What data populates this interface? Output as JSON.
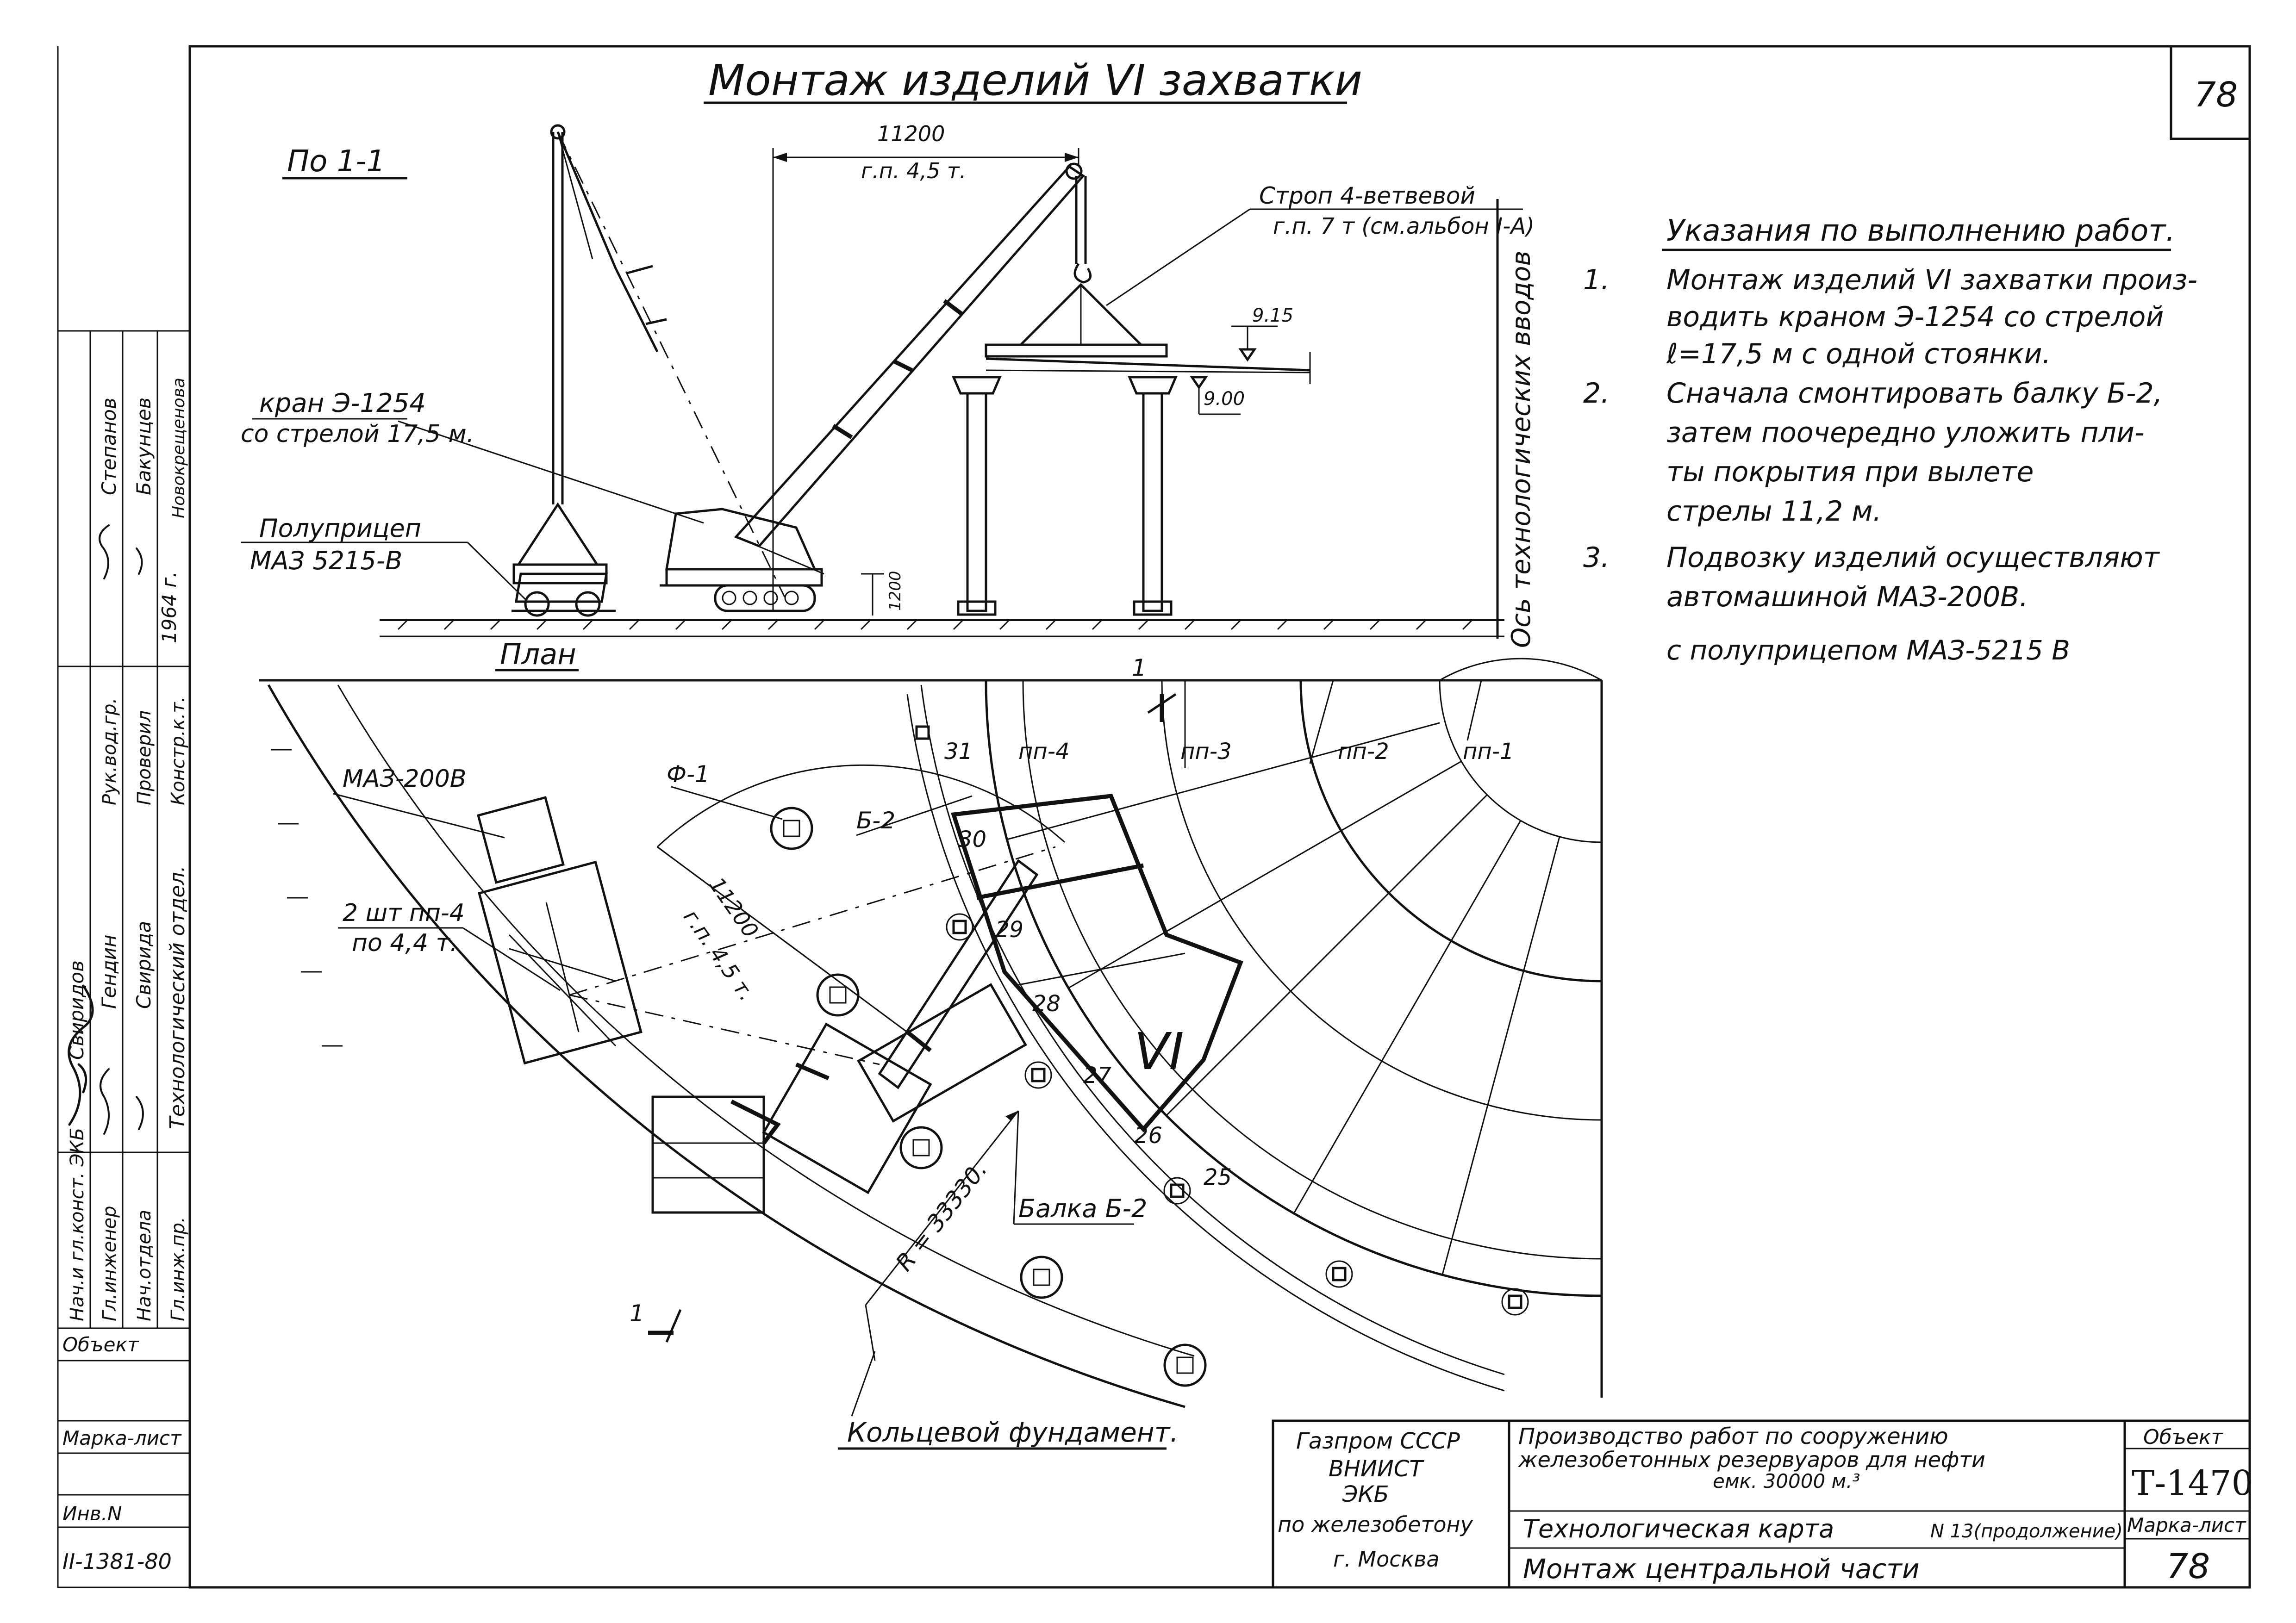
{
  "title": "Монтаж изделий VI захватки",
  "sheet_number_top": "78",
  "section_label": "По 1-1",
  "plan_label": "План",
  "section_drawing": {
    "crane_label": "кран Э-1254",
    "crane_boom": "со стрелой 17,5 м.",
    "semitrailer_label": "Полуприцеп",
    "semitrailer_model": "МАЗ 5215-В",
    "reach": "11200",
    "reach_capacity": "г.п. 4,5 т.",
    "sling_label": "Строп 4-ветвевой",
    "sling_capacity": "г.п. 7 т (см.альбон I-А)",
    "elev_upper": "9.15",
    "elev_lower": "9.00",
    "height_dim": "1200",
    "axis_label": "Ось технологических вводов"
  },
  "plan_drawing": {
    "truck_label": "МАЗ-200В",
    "cargo_label": "2 шт пп-4",
    "cargo_weight": "по 4,4 т.",
    "reach": "11200",
    "reach_capacity": "г.п. 4,5 т.",
    "foundation_label": "Ф-1",
    "beam_ref": "Б-2",
    "beam_label": "Балка Б-2",
    "radius": "R = 33330.",
    "ring_label": "Кольцевой фундамент.",
    "section_mark": "1",
    "zone_label": "VI",
    "slab_labels": [
      "пп-4",
      "пп-3",
      "пп-2",
      "пп-1"
    ],
    "column_numbers": [
      "31",
      "30",
      "29",
      "28",
      "27",
      "26",
      "25"
    ]
  },
  "instructions": {
    "heading": "Указания по выполнению работ.",
    "items": [
      {
        "num": "1.",
        "lines": [
          "Монтаж изделий VI захватки произ-",
          "водить краном Э-1254 со стрелой",
          "ℓ=17,5 м с одной стоянки."
        ]
      },
      {
        "num": "2.",
        "lines": [
          "Сначала смонтировать балку Б-2,",
          "затем поочередно уложить пли-",
          "ты покрытия при вылете",
          "стрелы 11,2 м."
        ]
      },
      {
        "num": "3.",
        "lines": [
          "Подвозку изделий осуществляют",
          "автомашиной МАЗ-200В.",
          "с полуприцепом МАЗ-5215 В"
        ]
      }
    ]
  },
  "left_stamp": {
    "roles": [
      "Нач.и гл.конст. ЭКБ",
      "Гл.инженер",
      "Нач.отдела",
      "Гл.инж.пр.",
      "Рук.вод.гр.",
      "Проверил",
      "Констр.к.т."
    ],
    "names": [
      "Свиридов",
      "Гендин",
      "Свирида",
      "Степанов",
      "Бакунцев",
      "Новокрещенова"
    ],
    "department": "Технологический отдел.",
    "year": "1964 г.",
    "object_label": "Объект",
    "mark_label": "Марка-лист",
    "inv_label": "Инв.N",
    "inv_number": "II-1381-80"
  },
  "title_block": {
    "org_lines": [
      "Газпром СССР",
      "ВНИИСТ",
      "ЭКБ",
      "по железобетону",
      "г. Москва"
    ],
    "project_lines": [
      "Производство работ по сооружению",
      "железобетонных резервуаров для нефти",
      "емк. 30000 м.³"
    ],
    "card": "Технологическая карта",
    "card_number": "N 13(продолжение)",
    "subject": "Монтаж центральной части",
    "object_label": "Объект",
    "object_value": "Т-1470",
    "mark_label": "Марка-лист",
    "mark_value": "78"
  },
  "icons": [
    "elevation-marker-icon",
    "section-arrow-icon"
  ]
}
